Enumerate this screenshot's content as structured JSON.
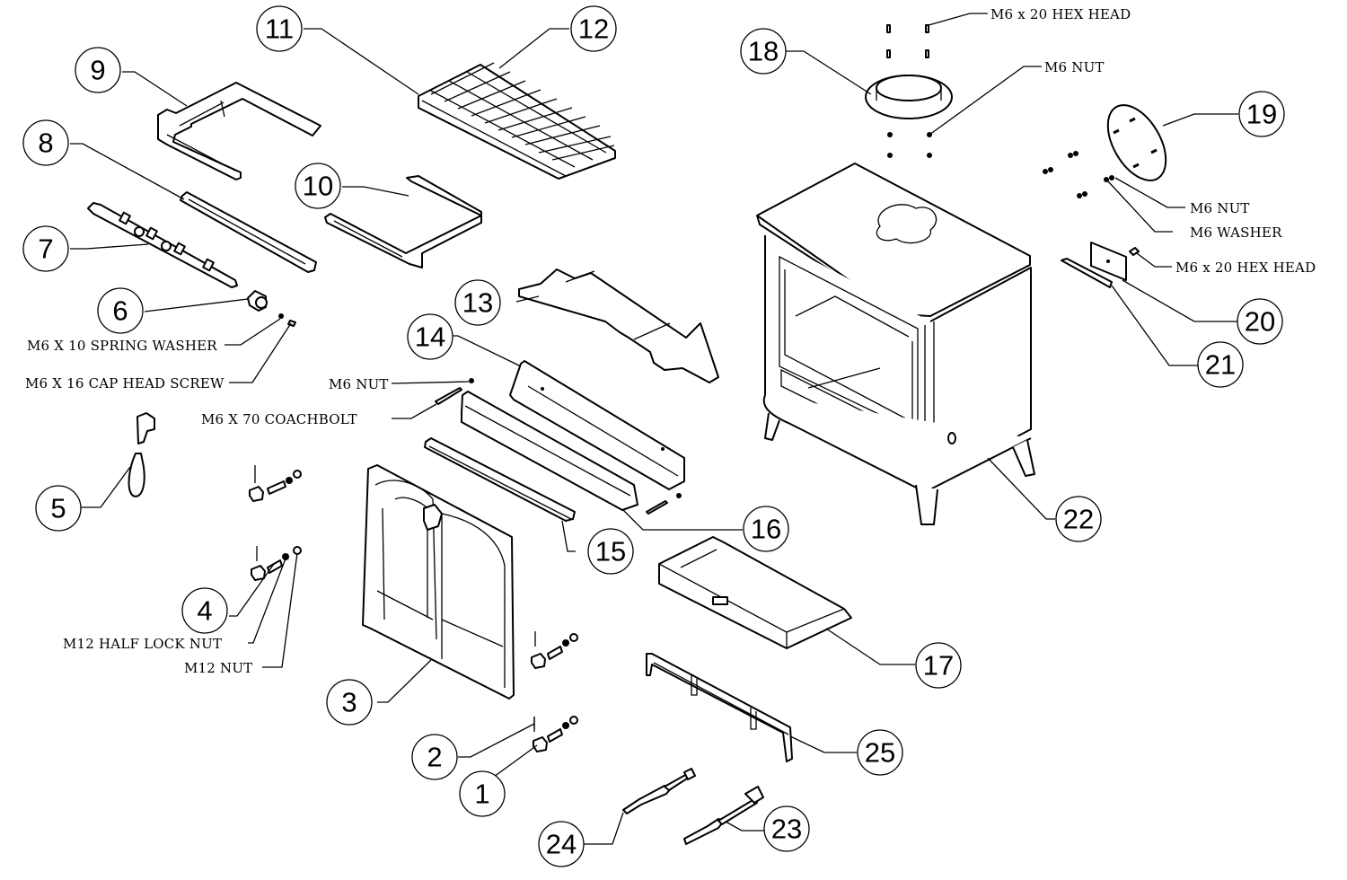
{
  "diagram": {
    "title": "Wood stove exploded parts diagram",
    "callouts": [
      {
        "id": "1"
      },
      {
        "id": "2"
      },
      {
        "id": "3"
      },
      {
        "id": "4"
      },
      {
        "id": "5"
      },
      {
        "id": "6"
      },
      {
        "id": "7"
      },
      {
        "id": "8"
      },
      {
        "id": "9"
      },
      {
        "id": "10"
      },
      {
        "id": "11"
      },
      {
        "id": "12"
      },
      {
        "id": "13"
      },
      {
        "id": "14"
      },
      {
        "id": "15"
      },
      {
        "id": "16"
      },
      {
        "id": "17"
      },
      {
        "id": "18"
      },
      {
        "id": "19"
      },
      {
        "id": "20"
      },
      {
        "id": "21"
      },
      {
        "id": "22"
      },
      {
        "id": "23"
      },
      {
        "id": "24"
      },
      {
        "id": "25"
      }
    ],
    "hardware_labels": {
      "flue_hex_head": "M6 x 20 HEX HEAD",
      "flue_nut": "M6 NUT",
      "rear_nut": "M6 NUT",
      "rear_washer": "M6 WASHER",
      "side_hex_head": "M6 x 20 HEX HEAD",
      "spring_washer": "M6 X 10 SPRING WASHER",
      "cap_head_screw": "M6 X 16 CAP HEAD SCREW",
      "baffle_nut": "M6 NUT",
      "coachbolt": "M6 X 70 COACHBOLT",
      "half_lock_nut": "M12 HALF LOCK NUT",
      "m12_nut": "M12  NUT"
    }
  }
}
